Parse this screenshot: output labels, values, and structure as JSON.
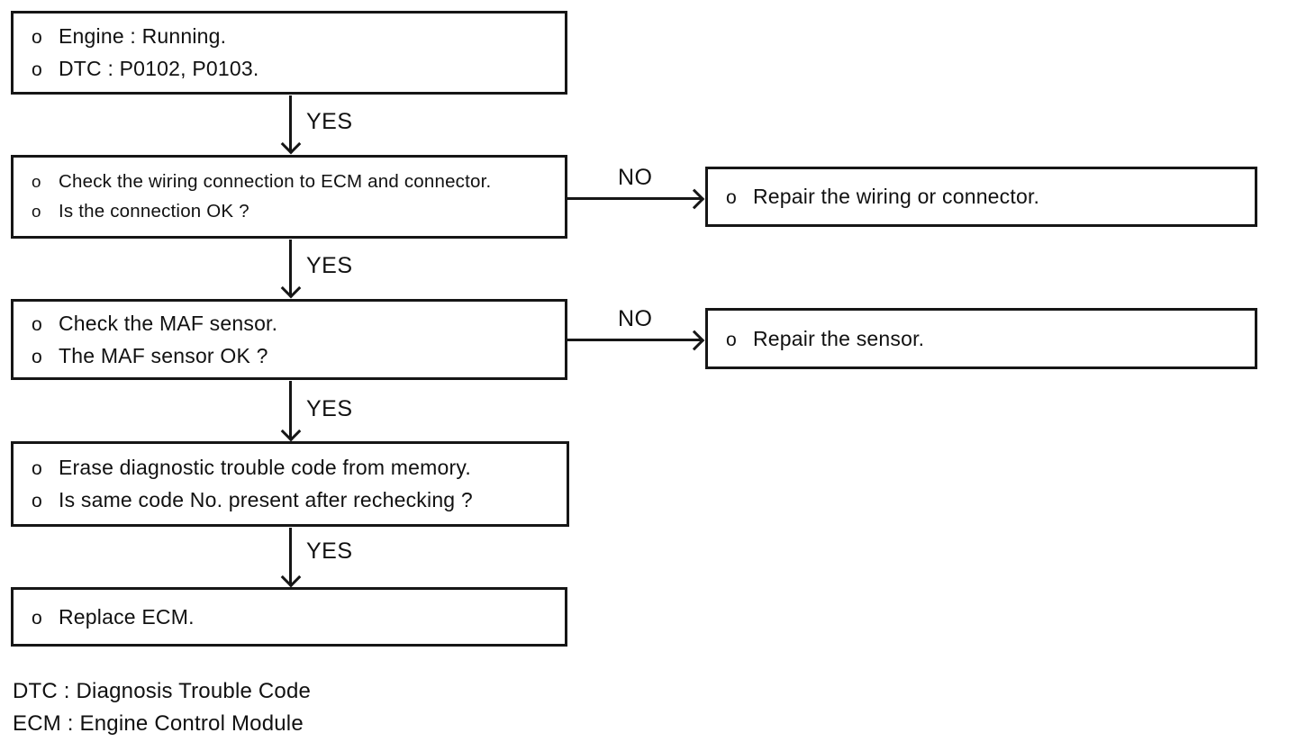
{
  "diagram": {
    "bullet": "o",
    "labels": {
      "yes": "YES",
      "no": "NO"
    },
    "nodes": [
      {
        "name": "start",
        "lines": [
          "Engine : Running.",
          "DTC : P0102, P0103."
        ]
      },
      {
        "name": "check-wiring",
        "lines": [
          "Check the wiring connection to ECM and connector.",
          "Is the connection OK ?"
        ]
      },
      {
        "name": "repair-wiring",
        "lines": [
          "Repair the wiring or connector."
        ]
      },
      {
        "name": "check-maf",
        "lines": [
          "Check the MAF sensor.",
          "The MAF sensor OK ?"
        ]
      },
      {
        "name": "repair-sensor",
        "lines": [
          "Repair the sensor."
        ]
      },
      {
        "name": "erase-code",
        "lines": [
          "Erase diagnostic trouble code from memory.",
          "Is same code No. present after rechecking ?"
        ]
      },
      {
        "name": "replace-ecm",
        "lines": [
          "Replace ECM."
        ]
      }
    ],
    "legend": {
      "line1": "DTC : Diagnosis Trouble Code",
      "line2": "ECM : Engine Control Module"
    }
  }
}
